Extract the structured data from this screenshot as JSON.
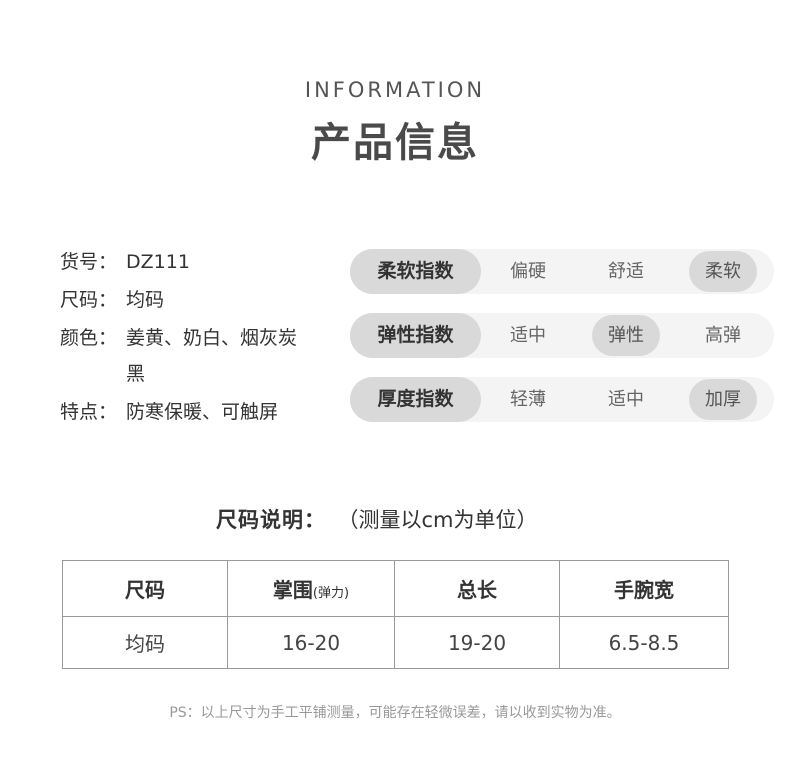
{
  "header": {
    "en": "INFORMATION",
    "cn": "产品信息"
  },
  "info": [
    {
      "key": "货号：",
      "value": "DZ111"
    },
    {
      "key": "尺码：",
      "value": "均码"
    },
    {
      "key": "颜色：",
      "value": "姜黄、奶白、烟灰炭黑"
    },
    {
      "key": "特点：",
      "value": "防寒保暖、可触屏"
    }
  ],
  "meters": [
    {
      "label": "柔软指数",
      "options": [
        "偏硬",
        "舒适",
        "柔软"
      ],
      "selected": "柔软"
    },
    {
      "label": "弹性指数",
      "options": [
        "适中",
        "弹性",
        "高弹"
      ],
      "selected": "弹性"
    },
    {
      "label": "厚度指数",
      "options": [
        "轻薄",
        "适中",
        "加厚"
      ],
      "selected": "加厚"
    }
  ],
  "size_section": {
    "title": "尺码说明：",
    "note": "（测量以cm为单位）"
  },
  "size_table": {
    "headers": [
      {
        "main": "尺码",
        "sub": ""
      },
      {
        "main": "掌围",
        "sub": "(弹力)"
      },
      {
        "main": "总长",
        "sub": ""
      },
      {
        "main": "手腕宽",
        "sub": ""
      }
    ],
    "row": [
      "均码",
      "16-20",
      "19-20",
      "6.5-8.5"
    ]
  },
  "footnote": "PS：以上尺寸为手工平铺测量，可能存在轻微误差，请以收到实物为准。"
}
